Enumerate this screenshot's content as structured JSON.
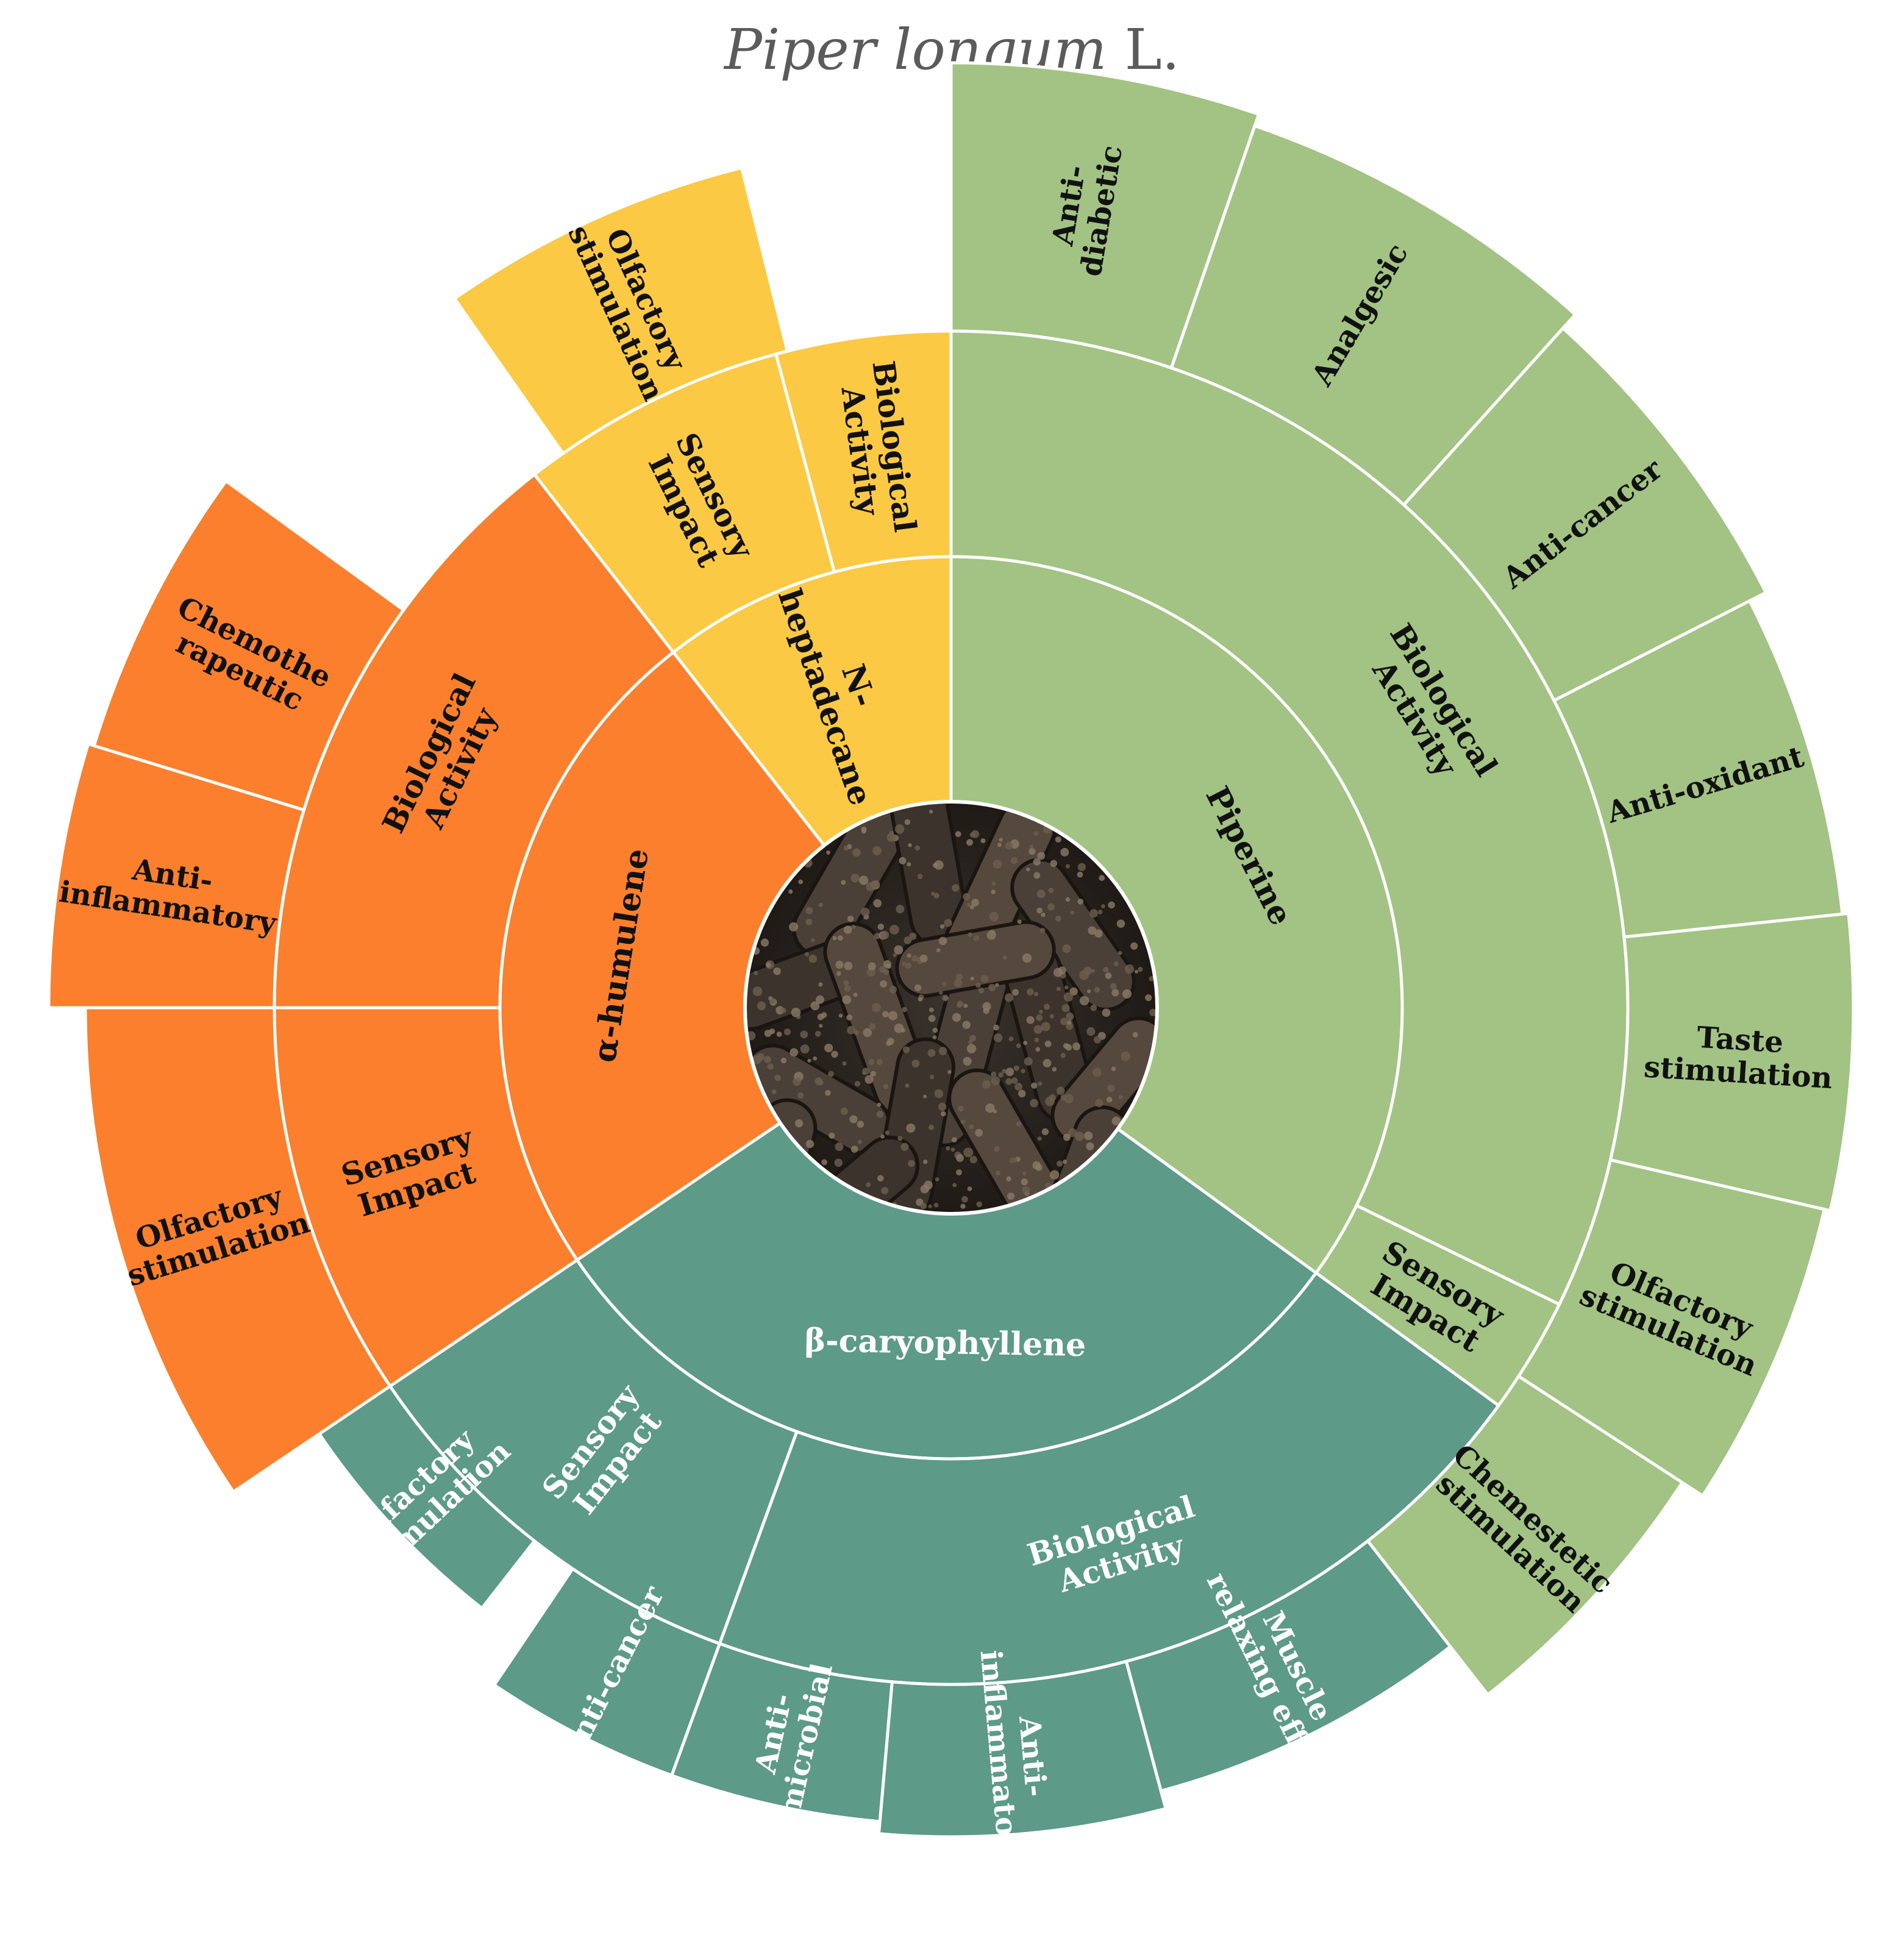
{
  "title": {
    "name": "Piper longum",
    "suffix": "L."
  },
  "colors": {
    "piperine": "#a2c383",
    "caryophyllene": "#5d9a88",
    "humulene": "#fb7f2c",
    "heptadecane": "#fbc943",
    "divider": "#ffffff",
    "label_dark": "#111111",
    "label_light": "#ffffff"
  },
  "center_image": {
    "description_icon": "long-pepper-photo"
  },
  "chart_data": {
    "type": "sunburst",
    "children": [
      {
        "name": "Piperine",
        "color_key": "piperine",
        "text": "dark",
        "children": [
          {
            "name": "Biological Activity",
            "children": [
              "Anti-diabetic",
              "Analgesic",
              "Anti-cancer",
              "Anti-oxidant"
            ]
          },
          {
            "name": "Sensory Impact",
            "children": [
              "Taste stimulation",
              "Olfactory stimulation",
              "Chemestetic stimulation"
            ]
          }
        ]
      },
      {
        "name": "β-caryophyllene",
        "color_key": "caryophyllene",
        "text": "light",
        "children": [
          {
            "name": "Biological Activity",
            "children": [
              "Muscle relaxing effect",
              "Anti-inflammatory",
              "Anti-microbial",
              "Anti-cancer"
            ]
          },
          {
            "name": "Sensory Impact",
            "children": [
              "Olfactory stimulation"
            ]
          }
        ]
      },
      {
        "name": "α-humulene",
        "color_key": "humulene",
        "text": "dark",
        "children": [
          {
            "name": "Sensory Impact",
            "children": [
              "Olfactory stimulation"
            ]
          },
          {
            "name": "Biological Activity",
            "children": [
              "Anti-inflammatory",
              "Chemotherapeutic"
            ]
          }
        ]
      },
      {
        "name": "N-heptadecane",
        "color_key": "heptadecane",
        "text": "dark",
        "children": [
          {
            "name": "Sensory Impact",
            "children": [
              "Olfactory stimulation"
            ]
          },
          {
            "name": "Biological Activity",
            "children": []
          }
        ]
      }
    ]
  }
}
